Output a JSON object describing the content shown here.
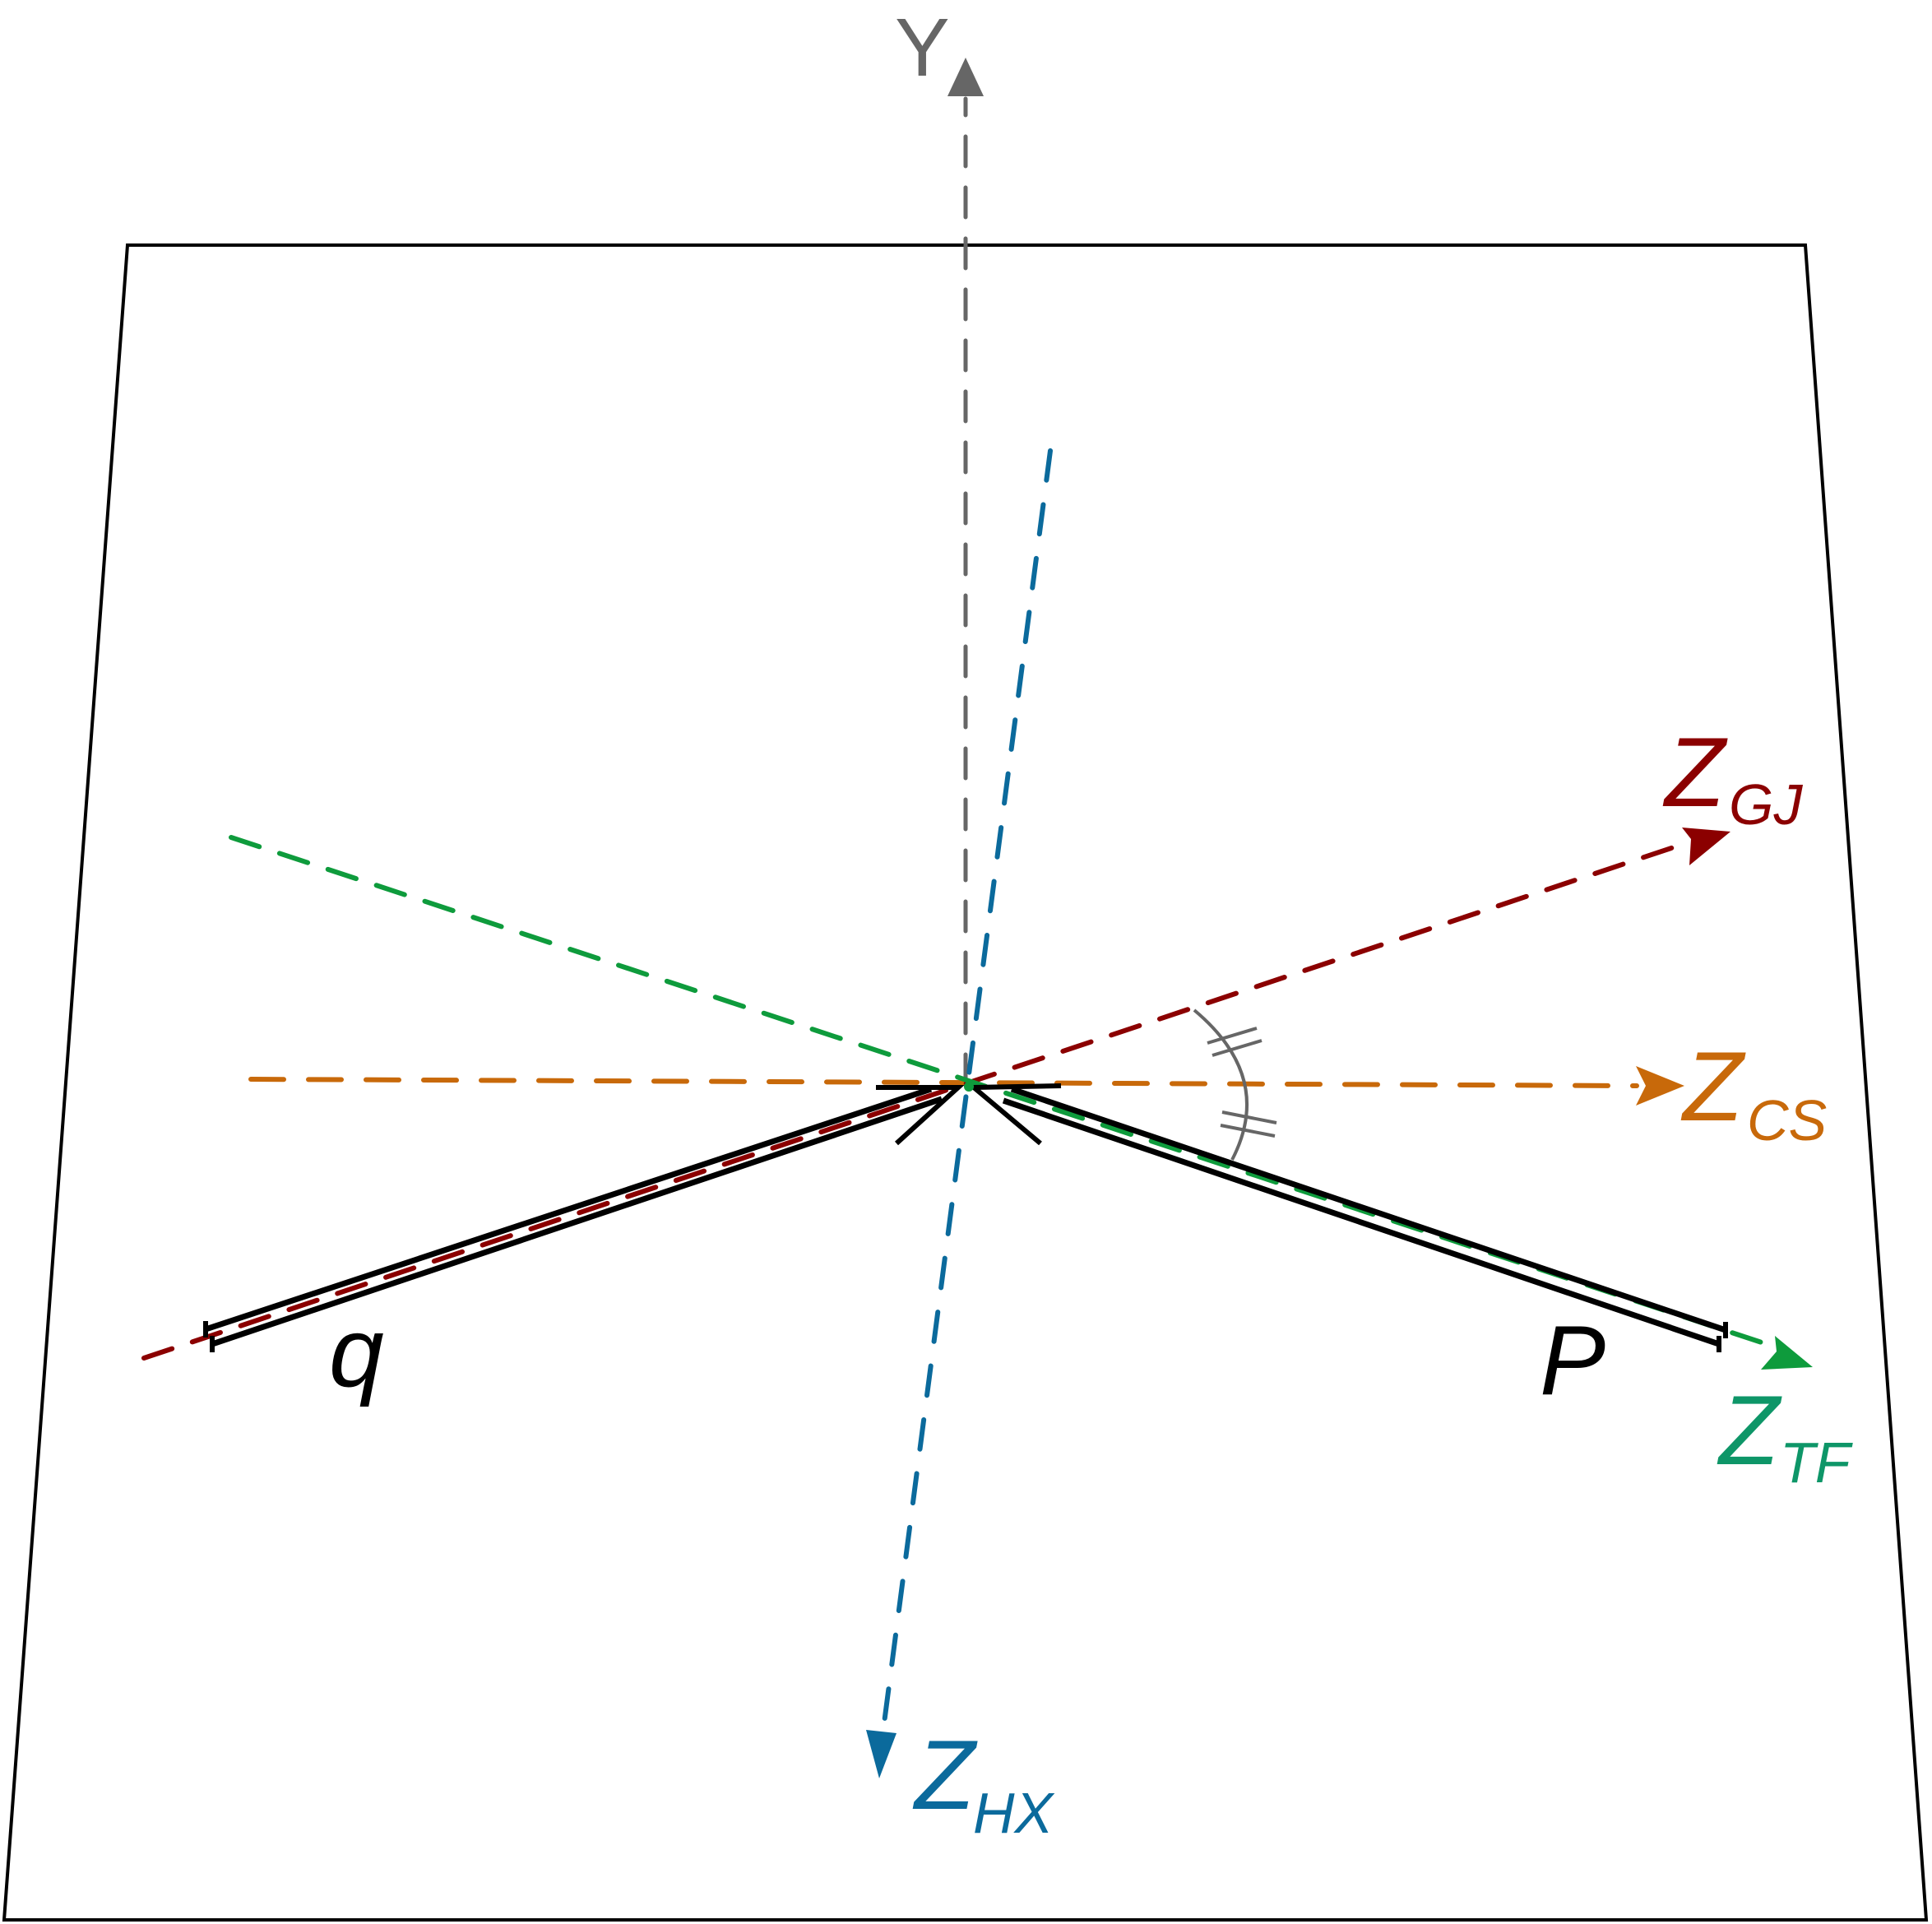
{
  "colors": {
    "frame": "#000000",
    "y_axis": "#666666",
    "gj": "#8B0000",
    "cs": "#C8690A",
    "tf": "#0E9B3C",
    "tf_label": "#0E9668",
    "hx": "#0B6A9C",
    "beams": "#000000",
    "angle_marks": "#666666"
  },
  "labels": {
    "y": "Y",
    "gj": {
      "main": "Z",
      "sub": "GJ"
    },
    "cs": {
      "main": "Z",
      "sub": "CS"
    },
    "tf": {
      "main": "Z",
      "sub": "TF"
    },
    "hx": {
      "main": "Z",
      "sub": "HX"
    },
    "q": "q",
    "p": "P"
  },
  "icons": {
    "axis_arrowheads": "arrowhead-icon",
    "beam_arrowheads": "open-chevron-icon",
    "equal_angle_marks": "double-tick-icon"
  }
}
